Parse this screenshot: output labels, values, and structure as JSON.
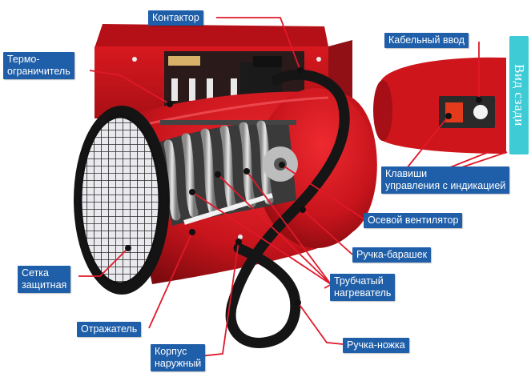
{
  "labels": {
    "contactor": "Контактор",
    "thermo_limiter": [
      "Термо-",
      "ограничитель"
    ],
    "cable_entry": "Кабельный ввод",
    "view_back": "Вид сзади",
    "control_keys": [
      "Клавиши",
      "управления с индикацией"
    ],
    "axial_fan": "Осевой вентилятор",
    "knob": "Ручка-барашек",
    "tubular_heater": [
      "Трубчатый",
      "нагреватель"
    ],
    "protective_grid": [
      "Сетка",
      "защитная"
    ],
    "reflector": "Отражатель",
    "outer_body": [
      "Корпус",
      "наружный"
    ],
    "leg_handle": "Ручка-ножка"
  },
  "colors": {
    "label_bg": "#1f5ea8",
    "leader_line": "#e0192a",
    "body_red": "#c8141c",
    "view_tag": "#3ecbd6"
  }
}
